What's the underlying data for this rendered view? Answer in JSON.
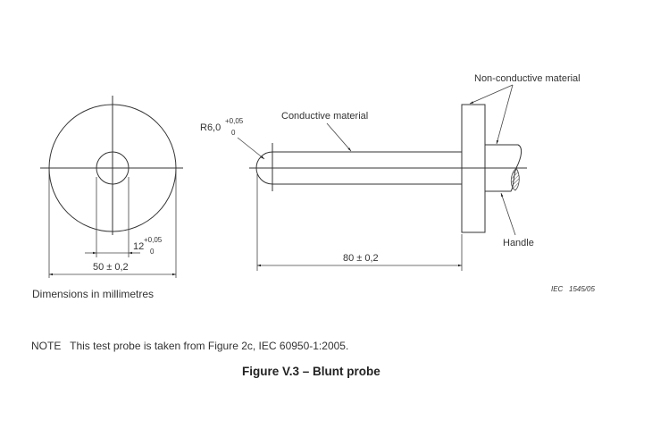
{
  "front_view": {
    "inner_dim": {
      "value": "12",
      "tol_upper": "+0,05",
      "tol_lower": "0"
    },
    "outer_dim": "50 ± 0,2"
  },
  "side_view": {
    "radius_dim": {
      "value": "R6,0",
      "tol_upper": "+0,05",
      "tol_lower": "0"
    },
    "length_dim": "80 ± 0,2",
    "labels": {
      "conductive": "Conductive material",
      "non_conductive": "Non-conductive material",
      "handle": "Handle"
    }
  },
  "units_note": "Dimensions in millimetres",
  "ref_code": "IEC   1545/05",
  "note": {
    "label": "NOTE",
    "text": "This test probe is taken from Figure 2c, IEC 60950-1:2005."
  },
  "caption": "Figure V.3 – Blunt probe"
}
